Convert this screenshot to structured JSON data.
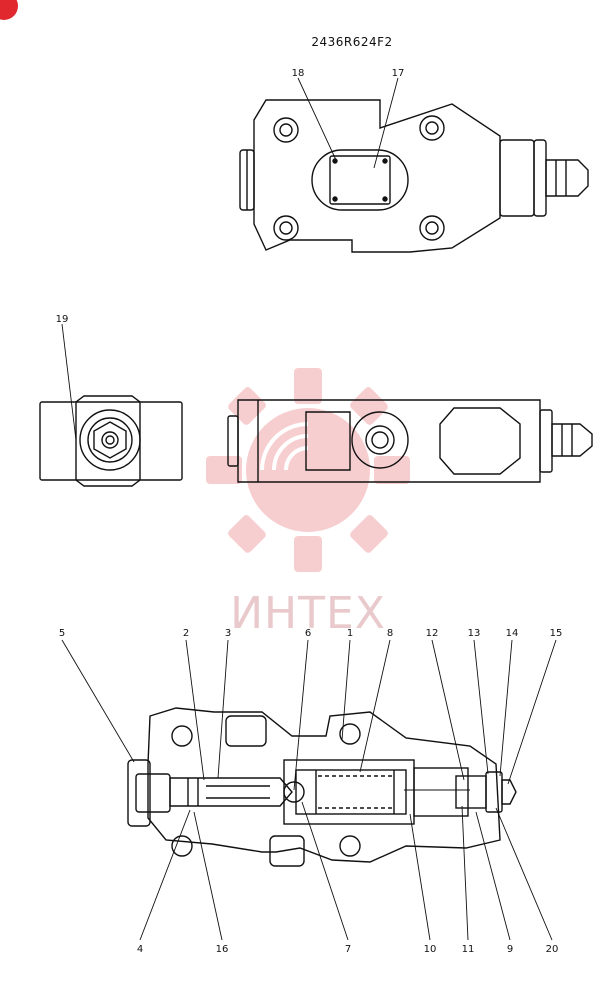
{
  "drawing_number": "2436R624F2",
  "watermark": {
    "text": "ИНТЕХ",
    "color": "#f6c6c8"
  },
  "badge_color": "#e0282e",
  "line_color": "#111111",
  "labels": {
    "1": "1",
    "2": "2",
    "3": "3",
    "4": "4",
    "5": "5",
    "6": "6",
    "7": "7",
    "8": "8",
    "9": "9",
    "10": "10",
    "11": "11",
    "12": "12",
    "13": "13",
    "14": "14",
    "15": "15",
    "16": "16",
    "17": "17",
    "18": "18",
    "19": "19",
    "20": "20"
  }
}
